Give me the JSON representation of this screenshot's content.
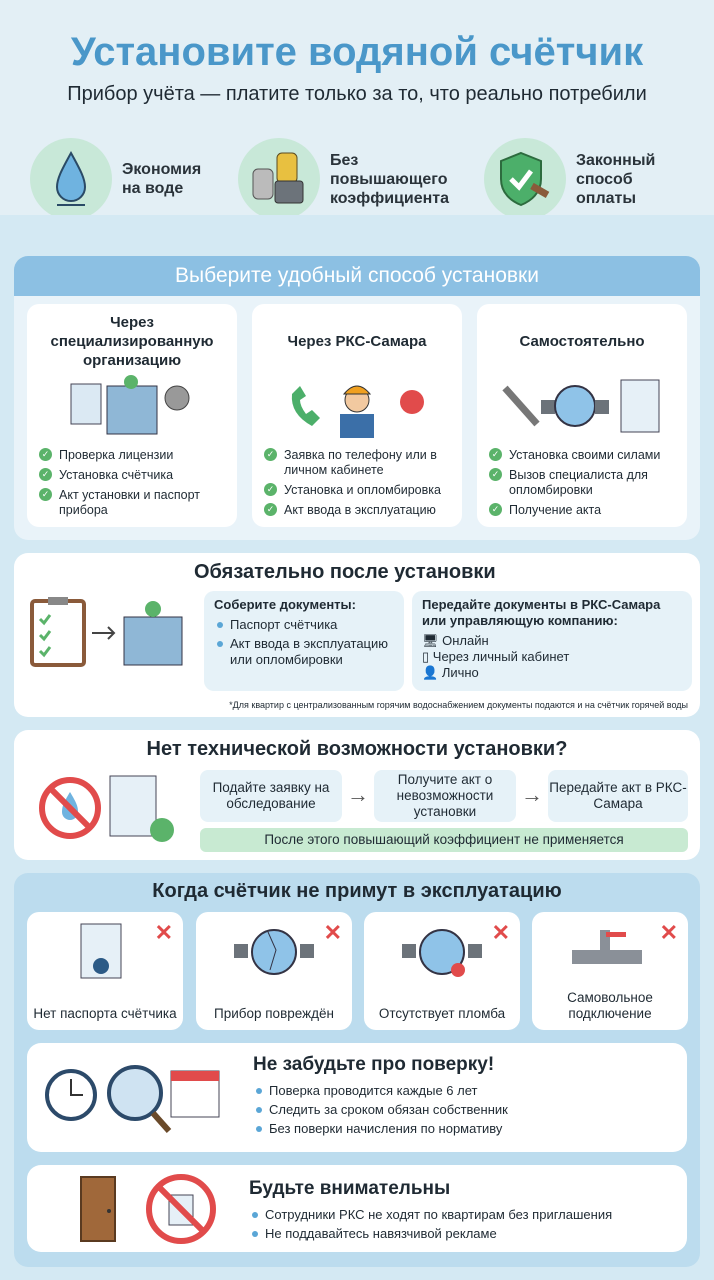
{
  "header": {
    "title": "Установите водяной счётчик",
    "subtitle": "Прибор учёта — платите только за то, что реально потребили"
  },
  "benefits": [
    {
      "icon": "water-drop-icon",
      "label": "Экономия на воде"
    },
    {
      "icon": "coins-wallet-icon",
      "label": "Без повышающего коэффициента"
    },
    {
      "icon": "shield-gavel-icon",
      "label": "Законный способ оплаты"
    }
  ],
  "methods": {
    "title": "Выберите удобный способ установки",
    "cards": [
      {
        "title": "Через специализированную организацию",
        "items": [
          "Проверка лицензии",
          "Установка счётчика",
          "Акт установки и паспорт прибора"
        ]
      },
      {
        "title": "Через РКС-Самара",
        "items": [
          "Заявка по телефону или в личном кабинете",
          "Установка и опломбировка",
          "Акт ввода в эксплуатацию"
        ]
      },
      {
        "title": "Самостоятельно",
        "items": [
          "Установка своими силами",
          "Вызов специалиста для опломбировки",
          "Получение акта"
        ]
      }
    ]
  },
  "after": {
    "title": "Обязательно после установки",
    "collect_title": "Соберите документы:",
    "collect_items": [
      "Паспорт счётчика",
      "Акт ввода в эксплуатацию или опломбировки"
    ],
    "submit_title": "Передайте документы в РКС-Самара или управляющую компанию:",
    "submit_items": [
      "Онлайн",
      "Через личный кабинет",
      "Лично"
    ],
    "footnote": "*Для квартир с централизованным горячим водоснабжением документы подаются и на счётчик горячей воды"
  },
  "no_possibility": {
    "title": "Нет технической возможности установки?",
    "steps": [
      "Подайте заявку на обследование",
      "Получите акт о невозможности установки",
      "Передайте акт в РКС-Самара"
    ],
    "note": "После этого повышающий коэффициент не применяется"
  },
  "rejected": {
    "title": "Когда счётчик не примут в эксплуатацию",
    "items": [
      "Нет паспорта счётчика",
      "Прибор повреждён",
      "Отсутствует пломба",
      "Самовольное подключение"
    ]
  },
  "verification": {
    "title": "Не забудьте про поверку!",
    "items": [
      "Поверка проводится каждые 6 лет",
      "Следить за сроком обязан собственник",
      "Без поверки начисления по нормативу"
    ]
  },
  "attention": {
    "title": "Будьте внимательны",
    "items": [
      "Сотрудники РКС не ходят по квартирам без приглашения",
      "Не поддавайтесь навязчивой рекламе"
    ]
  },
  "colors": {
    "title": "#4a97c9",
    "header_bar": "#8cc0e3",
    "check": "#5bb36a",
    "cross": "#e14b4b",
    "note": "#c8ead2"
  }
}
